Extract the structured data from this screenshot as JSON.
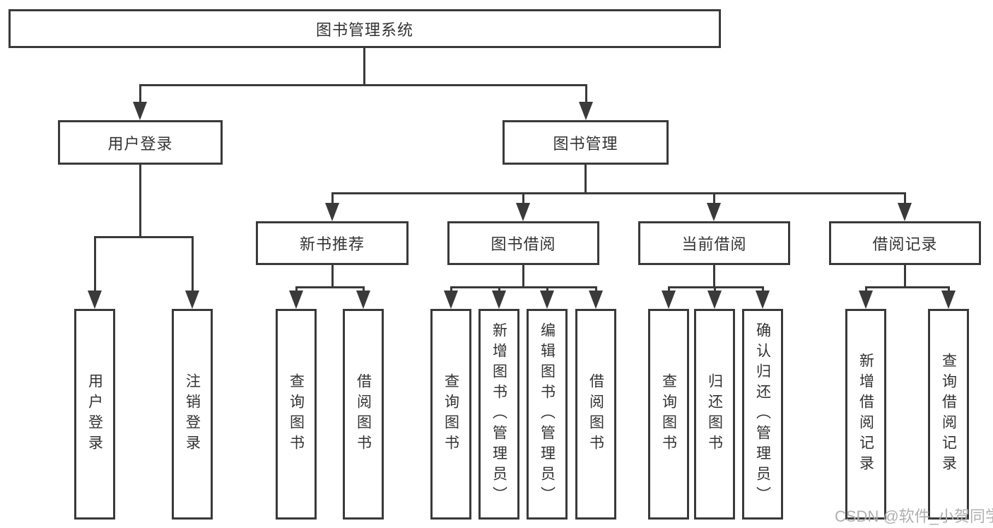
{
  "colors": {
    "line": "#3a3a3a",
    "text": "#333333",
    "watermark": "#b0b0b0"
  },
  "watermark": {
    "text": "CSDN @软件_小贺同学"
  },
  "tree": {
    "root": {
      "label": "图书管理系统",
      "children": [
        {
          "label": "用户登录",
          "children": [
            {
              "label": "用户登录"
            },
            {
              "label": "注销登录"
            }
          ]
        },
        {
          "label": "图书管理",
          "children": [
            {
              "label": "新书推荐",
              "children": [
                {
                  "label": "查询图书"
                },
                {
                  "label": "借阅图书"
                }
              ]
            },
            {
              "label": "图书借阅",
              "children": [
                {
                  "label": "查询图书"
                },
                {
                  "label": "新增图书（管理员）"
                },
                {
                  "label": "编辑图书（管理员）"
                },
                {
                  "label": "借阅图书"
                }
              ]
            },
            {
              "label": "当前借阅",
              "children": [
                {
                  "label": "查询图书"
                },
                {
                  "label": "归还图书"
                },
                {
                  "label": "确认归还（管理员）"
                }
              ]
            },
            {
              "label": "借阅记录",
              "children": [
                {
                  "label": "新增借阅记录"
                },
                {
                  "label": "查询借阅记录"
                }
              ]
            }
          ]
        }
      ]
    }
  }
}
